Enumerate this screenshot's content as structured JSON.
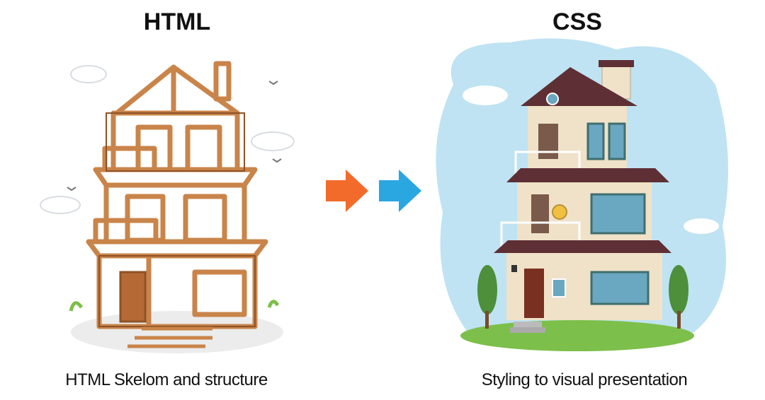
{
  "left": {
    "title": "HTML",
    "caption": "HTML Skelom and structure"
  },
  "right": {
    "title": "CSS",
    "caption": "Styling to visual presentation"
  },
  "colors": {
    "wood": "#c9844a",
    "wood_dark": "#8e5226",
    "arrow_orange": "#f26b2a",
    "arrow_blue": "#2aa6e0",
    "sky": "#bfe3f2",
    "roof": "#5e2f35",
    "siding": "#efe2c8",
    "grass": "#7cbf4a"
  }
}
